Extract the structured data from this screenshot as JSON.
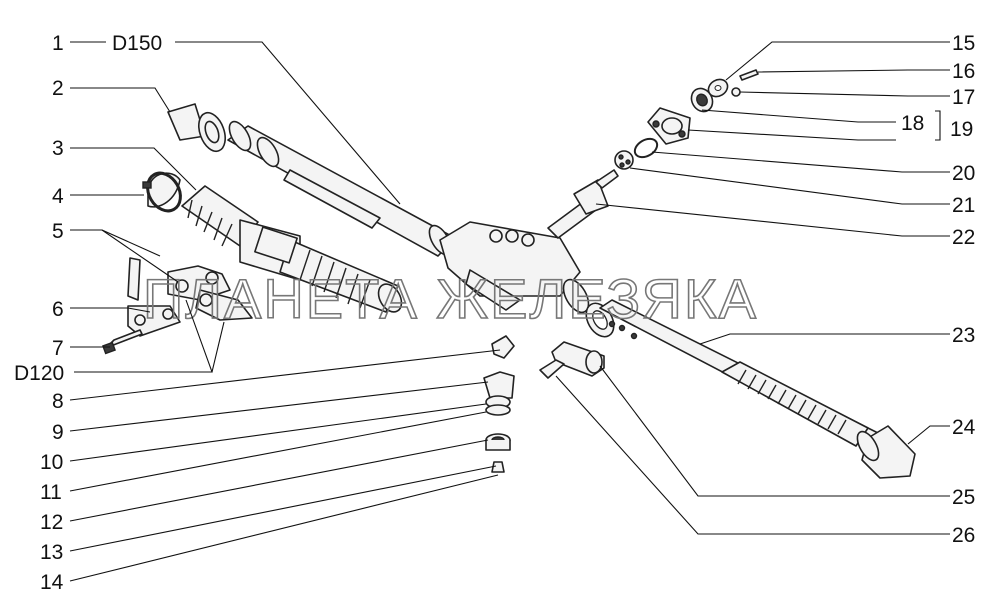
{
  "watermark": "ПЛАНЕТА ЖЕЛЕЗЯКА",
  "labels_left": [
    {
      "id": "1",
      "text": "1"
    },
    {
      "id": "d150",
      "text": "D150"
    },
    {
      "id": "2",
      "text": "2"
    },
    {
      "id": "3",
      "text": "3"
    },
    {
      "id": "4",
      "text": "4"
    },
    {
      "id": "5",
      "text": "5"
    },
    {
      "id": "6",
      "text": "6"
    },
    {
      "id": "7",
      "text": "7"
    },
    {
      "id": "d120",
      "text": "D120"
    },
    {
      "id": "8",
      "text": "8"
    },
    {
      "id": "9",
      "text": "9"
    },
    {
      "id": "10",
      "text": "10"
    },
    {
      "id": "11",
      "text": "11"
    },
    {
      "id": "12",
      "text": "12"
    },
    {
      "id": "13",
      "text": "13"
    },
    {
      "id": "14",
      "text": "14"
    }
  ],
  "labels_right": [
    {
      "id": "15",
      "text": "15"
    },
    {
      "id": "16",
      "text": "16"
    },
    {
      "id": "17",
      "text": "17"
    },
    {
      "id": "18",
      "text": "18"
    },
    {
      "id": "19",
      "text": "19"
    },
    {
      "id": "20",
      "text": "20"
    },
    {
      "id": "21",
      "text": "21"
    },
    {
      "id": "22",
      "text": "22"
    },
    {
      "id": "23",
      "text": "23"
    },
    {
      "id": "24",
      "text": "24"
    },
    {
      "id": "25",
      "text": "25"
    },
    {
      "id": "26",
      "text": "26"
    }
  ]
}
